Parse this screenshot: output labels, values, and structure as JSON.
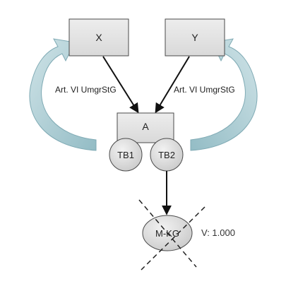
{
  "diagram": {
    "nodes": {
      "x": {
        "label": "X"
      },
      "y": {
        "label": "Y"
      },
      "a": {
        "label": "A"
      },
      "tb1": {
        "label": "TB1"
      },
      "tb2": {
        "label": "TB2"
      },
      "mkg": {
        "label": "M-KG",
        "value_text": "V: 1.000",
        "crossed_out": true
      }
    },
    "edges": {
      "x_to_a": {
        "label": "Art. VI UmgrStG"
      },
      "y_to_a": {
        "label": "Art. VI UmgrStG"
      }
    }
  },
  "colors": {
    "box_fill": "#e3e3e3",
    "box_stroke": "#4a4a4a",
    "circle_fill": "#d9d9d9",
    "curve_arrow_fill": "#a9c9d0",
    "curve_arrow_stroke": "#7faab4",
    "line": "#111111",
    "text": "#222222"
  },
  "icons": {
    "curved_arrows": "curved-arrow-up",
    "cross": "dashed-x-cross"
  }
}
